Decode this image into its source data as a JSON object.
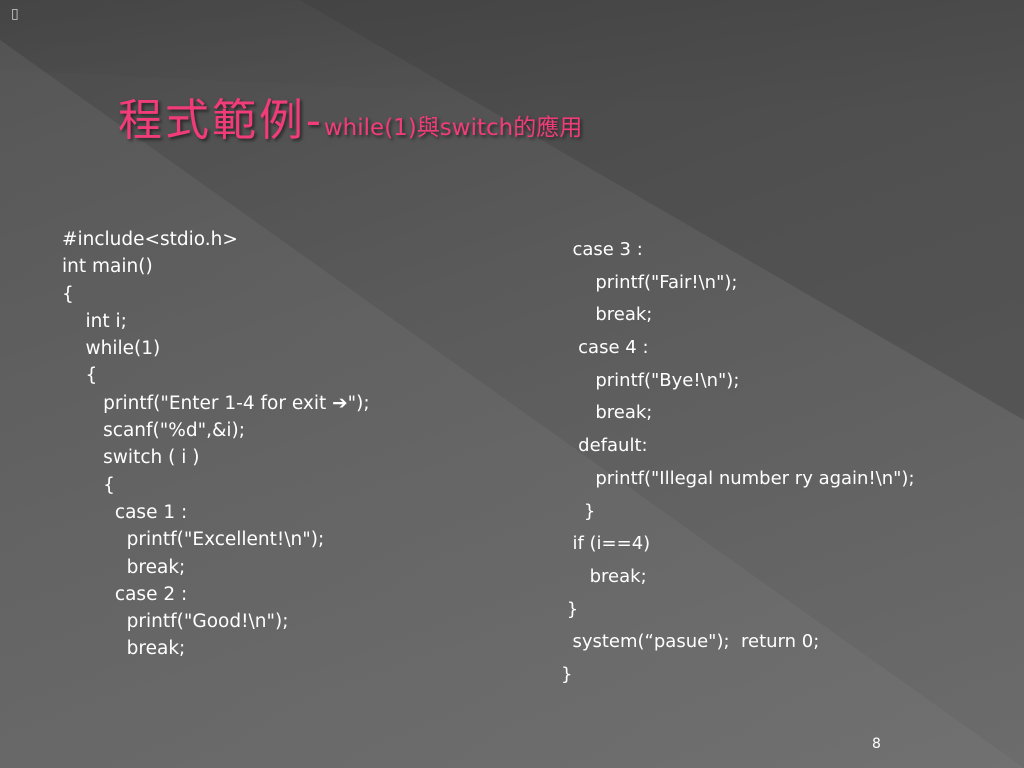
{
  "slide": {
    "title_main": "程式範例-",
    "title_sub": "while(1)與switch的應用",
    "bullet": "▯",
    "page_number": "8"
  },
  "code_left": [
    "#include<stdio.h>",
    "int main()",
    "{",
    "    int i;",
    "    while(1)",
    "    {",
    "       printf(\"Enter 1-4 for exit ➔\");",
    "       scanf(\"%d\",&i);",
    "       switch ( i )",
    "       {",
    "         case 1 :",
    "           printf(\"Excellent!\\n\");",
    "           break;",
    "         case 2 :",
    "           printf(\"Good!\\n\");",
    "           break;"
  ],
  "code_right": [
    "  case 3 :",
    "      printf(\"Fair!\\n\");",
    "      break;",
    "   case 4 :",
    "      printf(\"Bye!\\n\");",
    "      break;",
    "   default:",
    "      printf(\"Illegal number ry again!\\n\");",
    "    }",
    "  if (i==4)",
    "     break;",
    " }",
    "  system(“pasue\");  return 0;",
    "}"
  ],
  "colors": {
    "title": "#f23c7a",
    "text": "#ffffff"
  }
}
